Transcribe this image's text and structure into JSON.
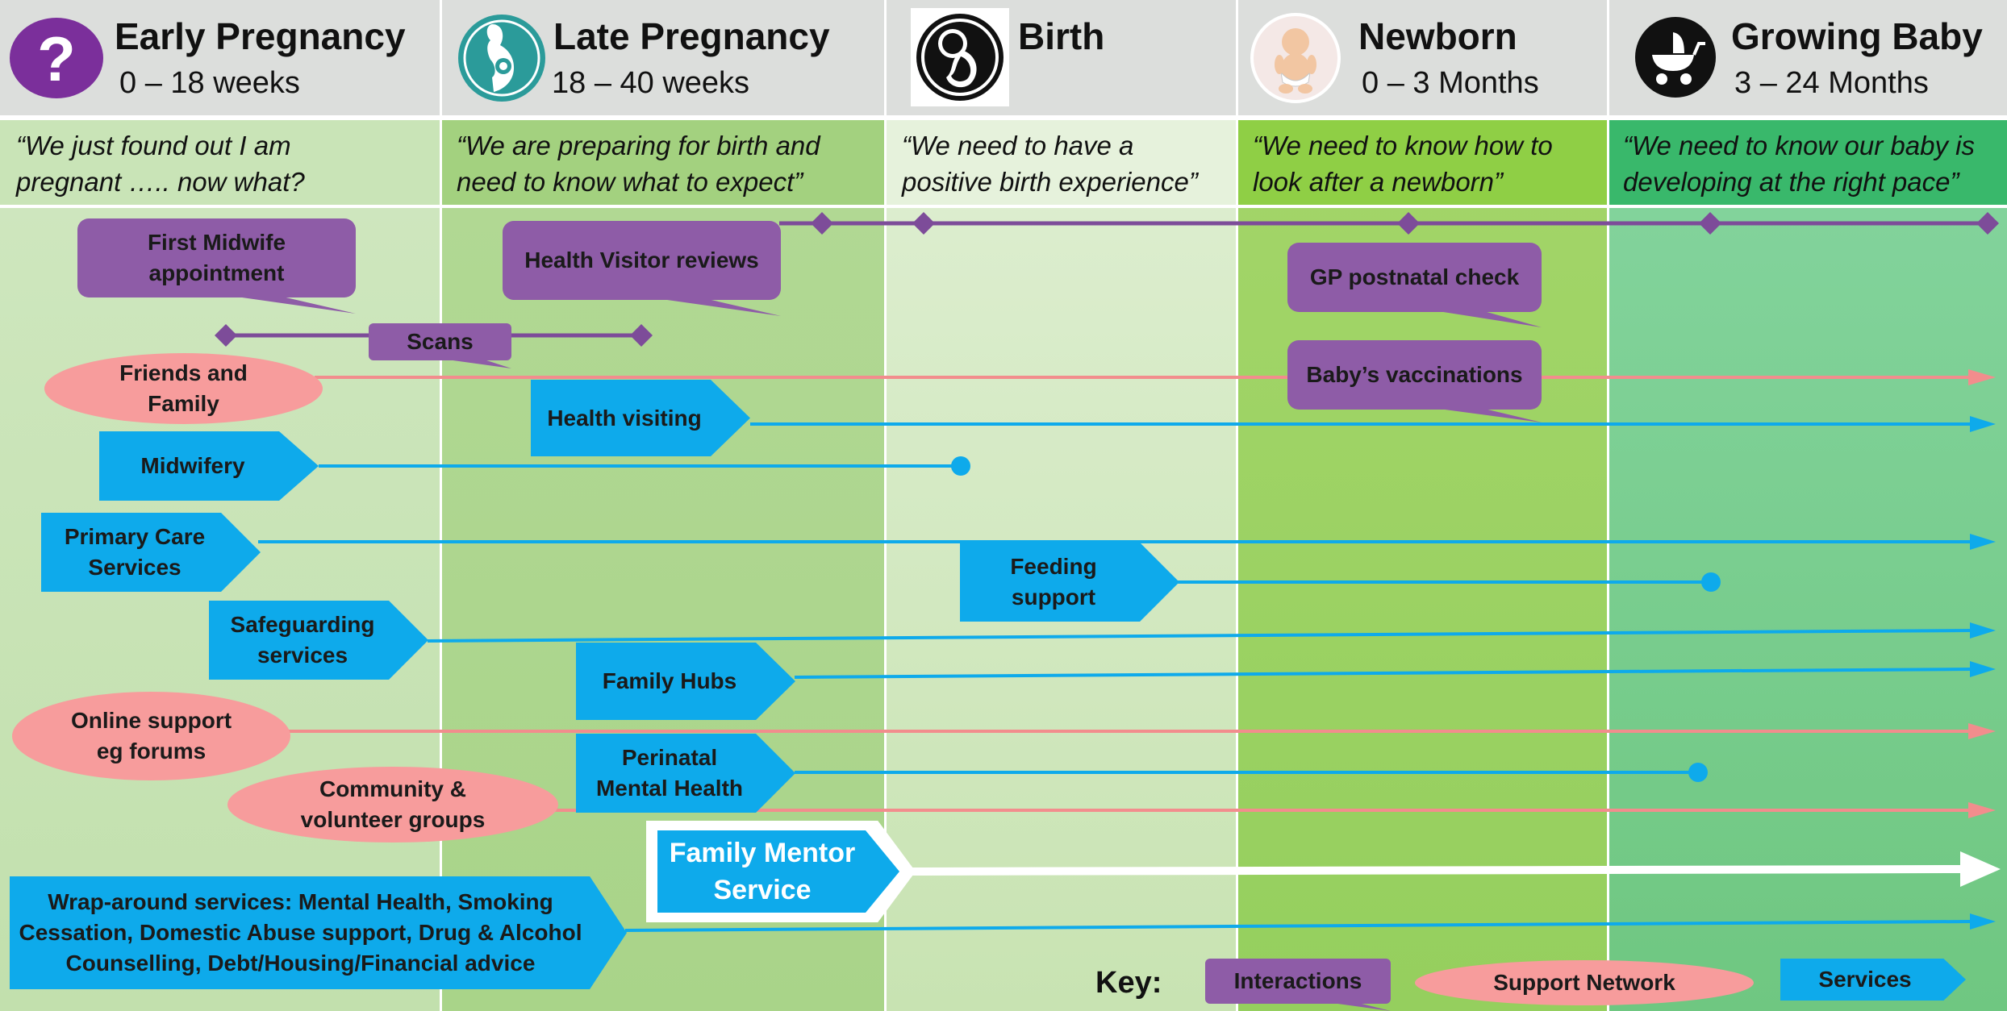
{
  "phases": [
    {
      "title": "Early Pregnancy",
      "subtitle": "0 – 18 weeks",
      "icon": "question-mark-icon",
      "quote": "“We just found out I am\npregnant ….. now what?"
    },
    {
      "title": "Late Pregnancy",
      "subtitle": "18 – 40 weeks",
      "icon": "pregnant-woman-icon",
      "quote": "“We are preparing for birth and\nneed to know what to expect”"
    },
    {
      "title": "Birth",
      "subtitle": "",
      "icon": "fetus-icon",
      "quote": "“We need to have a\npositive birth experience”"
    },
    {
      "title": "Newborn",
      "subtitle": "0 – 3 Months",
      "icon": "baby-icon",
      "quote": "“We need to know how to\nlook after a newborn”"
    },
    {
      "title": "Growing Baby",
      "subtitle": "3 – 24 Months",
      "icon": "pram-icon",
      "quote": "“We need to know our baby is\ndeveloping at the right pace”"
    }
  ],
  "interactions": {
    "first_midwife": "First Midwife\nappointment",
    "health_visitor_reviews": "Health Visitor reviews",
    "scans": "Scans",
    "gp_postnatal": "GP postnatal check",
    "vaccinations": "Baby’s vaccinations"
  },
  "support_network": {
    "friends": "Friends and\nFamily",
    "online": "Online support\neg forums",
    "community": "Community &\nvolunteer groups"
  },
  "services": {
    "health_visiting": "Health visiting",
    "midwifery": "Midwifery",
    "primary_care": "Primary Care\nServices",
    "feeding": "Feeding\nsupport",
    "safeguarding": "Safeguarding\nservices",
    "family_hubs": "Family Hubs",
    "perinatal": "Perinatal\nMental Health",
    "family_mentor": "Family Mentor\nService",
    "wraparound": "Wrap-around services:  Mental Health, Smoking\nCessation, Domestic Abuse support, Drug & Alcohol\nCounselling, Debt/Housing/Financial advice"
  },
  "key": {
    "label": "Key:",
    "interactions": "Interactions",
    "support_network": "Support Network",
    "services": "Services"
  },
  "colors": {
    "interaction": "#8e5ca7",
    "support": "#f79c9c",
    "service": "#0eaaeb",
    "header": "#dcdedc"
  }
}
